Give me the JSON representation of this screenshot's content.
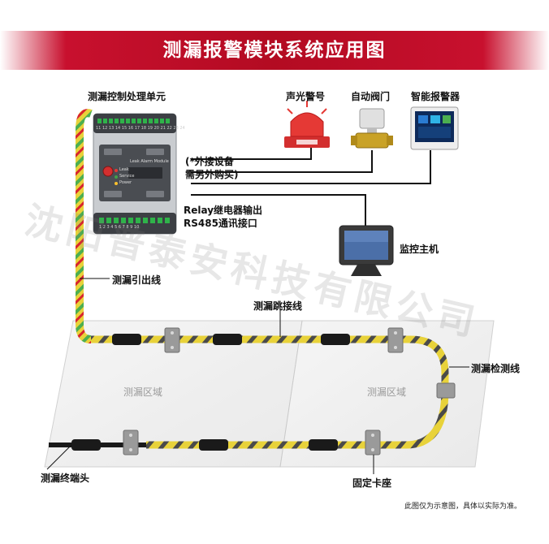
{
  "title": "测漏报警模块系统应用图",
  "labels": {
    "control_unit": "测漏控制处理单元",
    "sound_light_alarm": "声光警号",
    "auto_valve": "自动阀门",
    "smart_alarm": "智能报警器",
    "external_note_1": "(*外接设备",
    "external_note_2": "需另外购买)",
    "relay_output": "Relay继电器输出",
    "rs485": "RS485通讯接口",
    "monitor_host": "监控主机",
    "lead_wire": "测漏引出线",
    "jumper_wire": "测漏跳接线",
    "detection_wire": "测漏检测线",
    "terminal_head": "测漏终端头",
    "fixed_seat": "固定卡座",
    "zone_1": "测漏区域",
    "zone_2": "测漏区域",
    "disclaimer": "此图仅为示意图，具体以实际为准。"
  },
  "module": {
    "top_terminals": "11 12 13 14 15 16 17 18 19 20 21 22 23 24",
    "bottom_terminals": "1 2 3 4 5 6 7 8 9 10",
    "panel_text": "Leak Alarm Module",
    "led_leak": "Leak",
    "led_service": "Service",
    "led_power": "Power"
  },
  "watermark": "沈阳普泰安科技有限公司",
  "colors": {
    "banner_red": "#c8102e",
    "cable_yellow": "#e8d23a",
    "cable_green": "#4caf50",
    "cable_red": "#d8262e",
    "connector": "#1a1a1a"
  }
}
